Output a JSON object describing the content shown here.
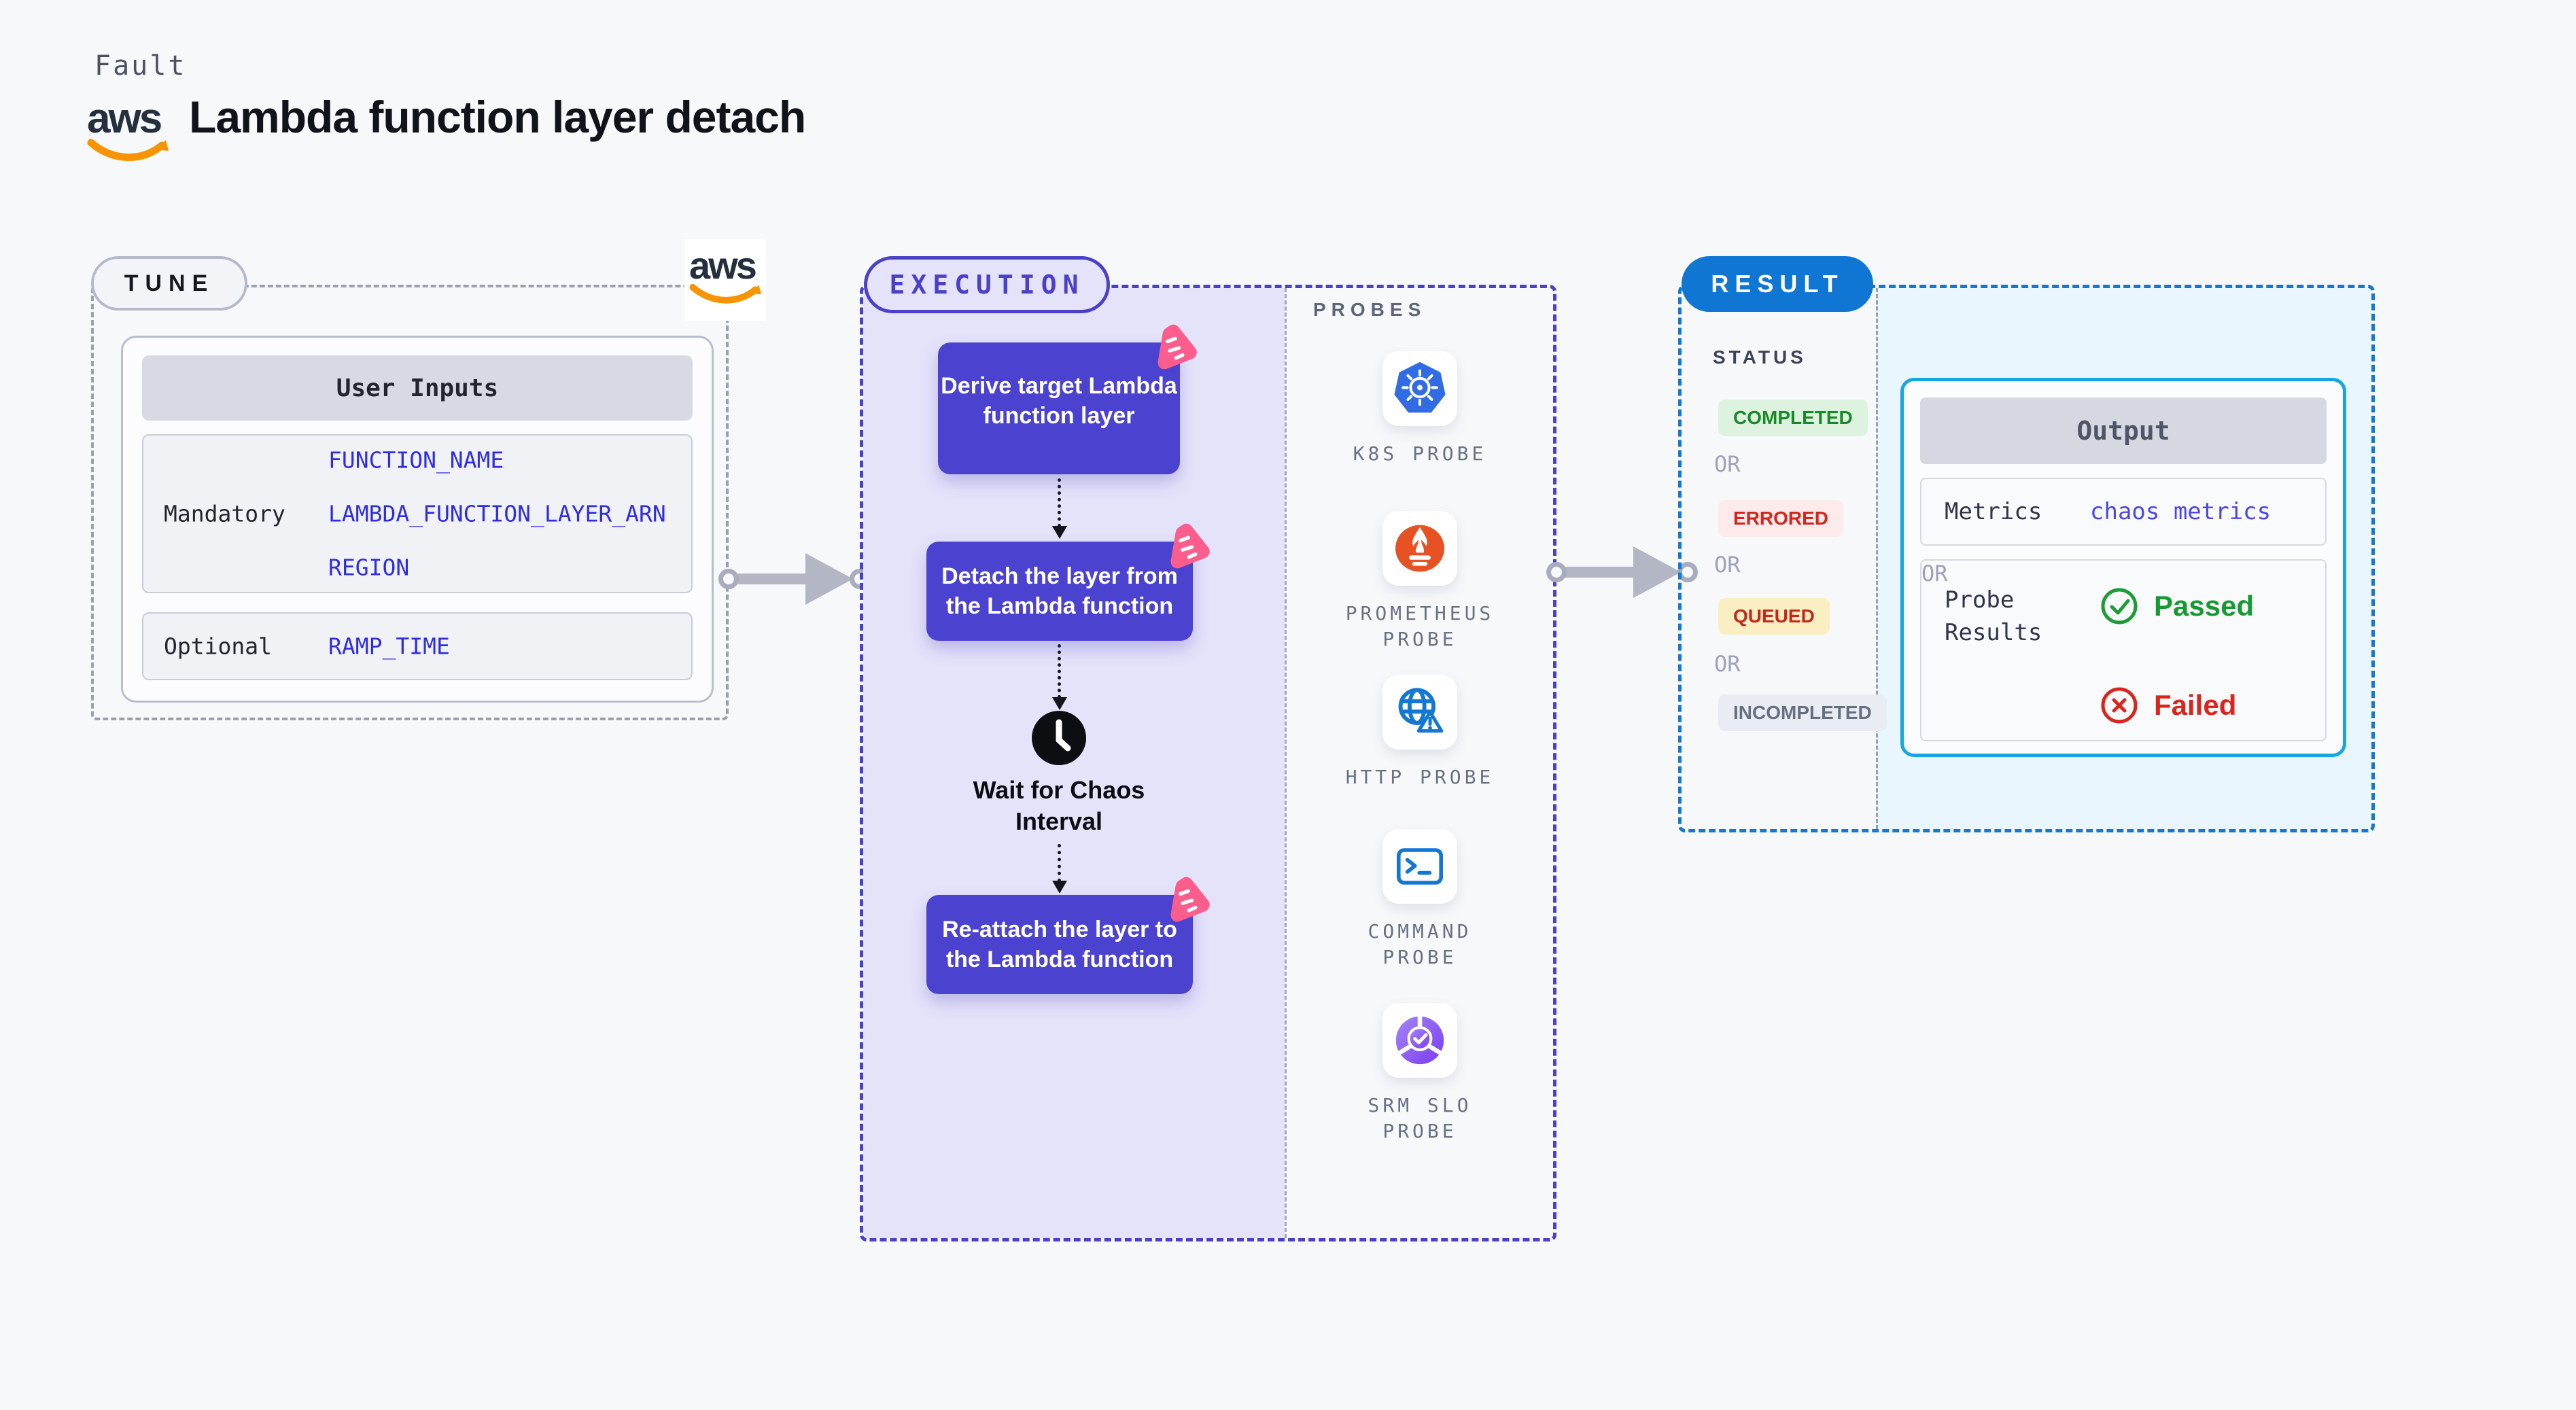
{
  "header": {
    "fault_label": "Fault",
    "title": "Lambda function layer detach",
    "aws_logo_text": "aws"
  },
  "tune": {
    "pill": "TUNE",
    "table_header": "User Inputs",
    "mandatory_label": "Mandatory",
    "mandatory_values": [
      "FUNCTION_NAME",
      "LAMBDA_FUNCTION_LAYER_ARN",
      "REGION"
    ],
    "optional_label": "Optional",
    "optional_values": [
      "RAMP_TIME"
    ]
  },
  "execution": {
    "pill": "EXECUTION",
    "steps": [
      {
        "lines": [
          "Derive target Lambda",
          "function layer"
        ]
      },
      {
        "lines": [
          "Detach the layer from",
          "the Lambda function"
        ]
      },
      {
        "lines": [
          "Re-attach the layer to",
          "the Lambda function"
        ]
      }
    ],
    "wait_lines": [
      "Wait for Chaos",
      "Interval"
    ]
  },
  "probes": {
    "title": "PROBES",
    "items": [
      {
        "name": "K8S PROBE",
        "icon": "kubernetes-icon"
      },
      {
        "name": "PROMETHEUS PROBE",
        "icon": "prometheus-icon"
      },
      {
        "name": "HTTP PROBE",
        "icon": "http-globe-icon"
      },
      {
        "name": "COMMAND PROBE",
        "icon": "terminal-icon"
      },
      {
        "name": "SRM SLO PROBE",
        "icon": "srm-slo-icon"
      }
    ]
  },
  "result": {
    "pill": "RESULT",
    "status_label": "STATUS",
    "or_label": "OR",
    "statuses": [
      {
        "label": "COMPLETED",
        "fg": "#178a27",
        "bg": "#def3df"
      },
      {
        "label": "ERRORED",
        "fg": "#d2251f",
        "bg": "#fcebea"
      },
      {
        "label": "QUEUED",
        "fg": "#c4281c",
        "bg": "#faeec3"
      },
      {
        "label": "INCOMPLETED",
        "fg": "#666e82",
        "bg": "#eaecf3"
      }
    ],
    "output": {
      "title": "Output",
      "metrics_label": "Metrics",
      "metrics_value": "chaos metrics",
      "probe_results_label": "Probe Results",
      "passed_label": "Passed",
      "failed_label": "Failed"
    }
  },
  "colors": {
    "page_bg": "#f7f8fa",
    "accent_indigo": "#4a41c9",
    "step_box_indigo": "#4b42d0",
    "lavender_fill": "#e5e3fa",
    "accent_blue": "#1377d4",
    "output_border_cyan": "#16a7e2",
    "result_fill_cyan": "#e9f6fd",
    "value_blue": "#2e2de3",
    "metrics_value_blue": "#4b44ea",
    "passed_green": "#169a2f",
    "failed_red": "#da251c",
    "aws_navy": "#252f3e",
    "aws_orange": "#f79400",
    "chaos_pink": "#fb5e8d",
    "kubernetes_blue": "#326ce5",
    "prometheus_orange": "#e75225",
    "arrow_grey": "#b2b6c5"
  }
}
